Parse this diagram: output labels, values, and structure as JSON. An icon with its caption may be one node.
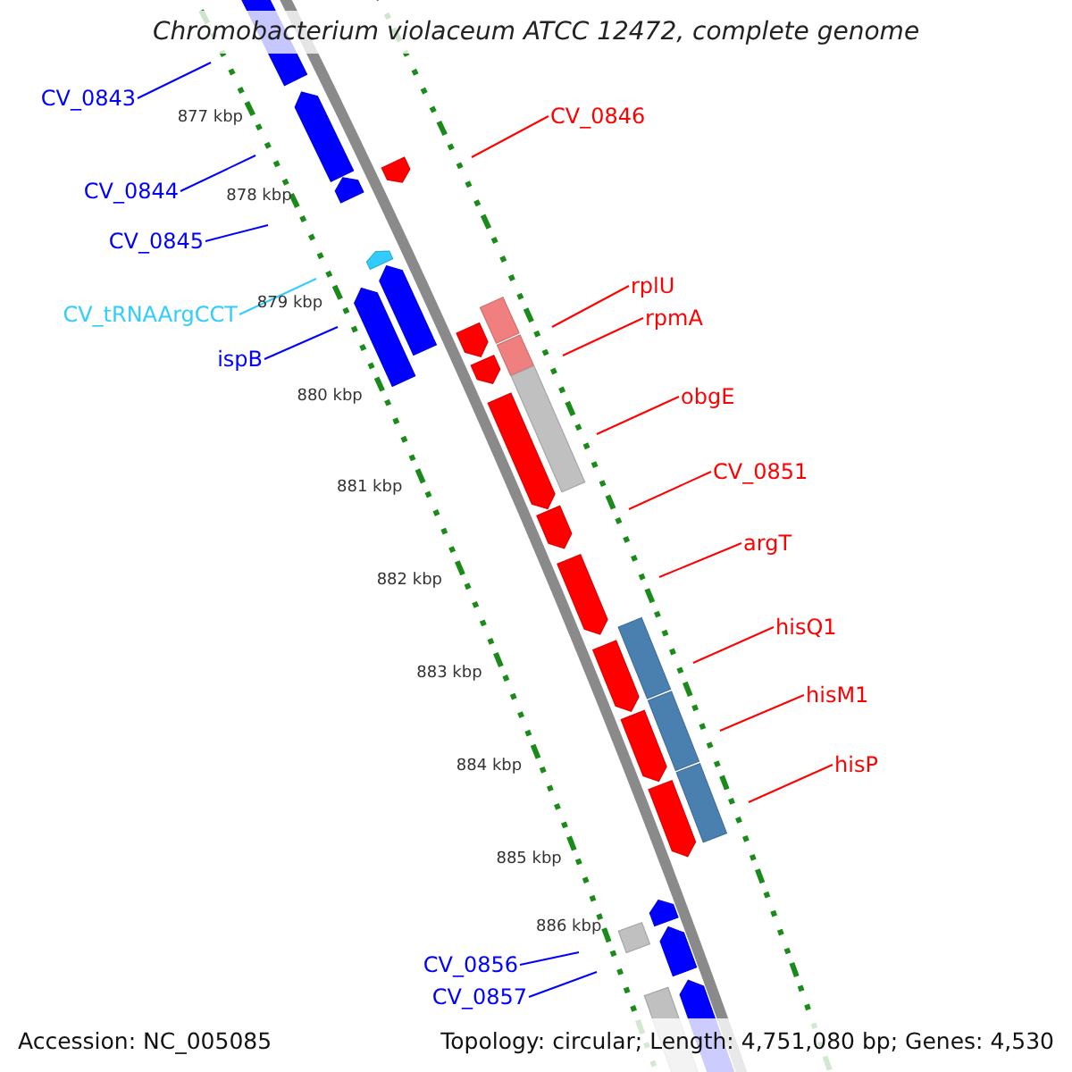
{
  "diagram": {
    "title": "Chromobacterium violaceum ATCC 12472, complete genome",
    "nodes": [
      {
        "text": [
          "CV_0843"
        ]
      },
      {
        "text": [
          "CV_0844"
        ]
      },
      {
        "text": [
          "CV_0845"
        ]
      },
      {
        "text": [
          "CV_tRNAArgCCT"
        ]
      },
      {
        "text": [
          "ispB"
        ]
      },
      {
        "text": [
          "CV_0846"
        ]
      },
      {
        "text": [
          "rplU"
        ]
      },
      {
        "text": [
          "rpmA"
        ]
      },
      {
        "text": [
          "obgE"
        ]
      },
      {
        "text": [
          "CV_0851"
        ]
      },
      {
        "text": [
          "argT"
        ]
      },
      {
        "text": [
          "hisQ1"
        ]
      },
      {
        "text": [
          "hisM1"
        ]
      },
      {
        "text": [
          "hisP"
        ]
      },
      {
        "text": [
          "CV_0856"
        ]
      },
      {
        "text": [
          "CV_0857"
        ]
      }
    ],
    "edges": [
      {
        "from": 0,
        "to": null,
        "arrow": "none",
        "color": "#0000ff"
      },
      {
        "from": 1,
        "to": null,
        "arrow": "none",
        "color": "#0000ff"
      },
      {
        "from": 2,
        "to": null,
        "arrow": "none",
        "color": "#0000ff"
      },
      {
        "from": 3,
        "to": null,
        "arrow": "none",
        "color": "#33ccff"
      },
      {
        "from": 4,
        "to": null,
        "arrow": "none",
        "color": "#0000ff"
      },
      {
        "from": 5,
        "to": null,
        "arrow": "none"
      },
      {
        "from": 6,
        "to": null,
        "arrow": "none"
      },
      {
        "from": 7,
        "to": null,
        "arrow": "none"
      },
      {
        "from": 8,
        "to": null,
        "arrow": "none"
      },
      {
        "from": 9,
        "to": null,
        "arrow": "none"
      },
      {
        "from": 10,
        "to": null,
        "arrow": "none"
      },
      {
        "from": 11,
        "to": null,
        "arrow": "none"
      },
      {
        "from": 12,
        "to": null,
        "arrow": "none"
      },
      {
        "from": 13,
        "to": null,
        "arrow": "none"
      },
      {
        "from": 14,
        "to": null,
        "arrow": "none",
        "color": "#0000ff"
      },
      {
        "from": 15,
        "to": null,
        "arrow": "none",
        "color": "#0000ff"
      }
    ],
    "labels": [
      "877 kbp",
      "878 kbp",
      "879 kbp",
      "880 kbp",
      "881 kbp",
      "882 kbp",
      "883 kbp",
      "884 kbp",
      "885 kbp",
      "886 kbp",
      "Accession: NC_005085",
      "Topology: circular; Length: 4,751,080 bp; Genes: 4,530"
    ]
  }
}
